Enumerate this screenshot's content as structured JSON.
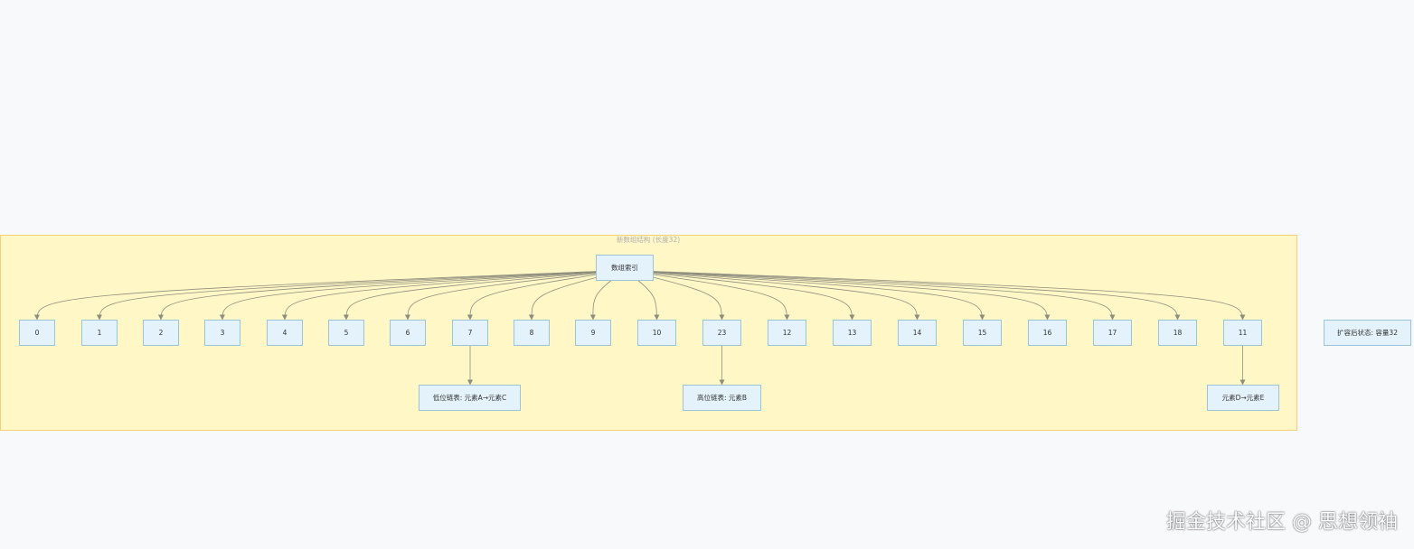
{
  "cluster": {
    "title": "新数组结构 (长度32)"
  },
  "root": {
    "label": "数组索引"
  },
  "indices": [
    "0",
    "1",
    "2",
    "3",
    "4",
    "5",
    "6",
    "7",
    "8",
    "9",
    "10",
    "23",
    "12",
    "13",
    "14",
    "15",
    "16",
    "17",
    "18",
    "11"
  ],
  "chains": [
    {
      "from": "7",
      "label": "低位链表: 元素A→元素C"
    },
    {
      "from": "23",
      "label": "高位链表: 元素B"
    },
    {
      "from": "11",
      "label": "元素D→元素E"
    }
  ],
  "status": {
    "label": "扩容后状态: 容量32"
  },
  "watermark": "掘金技术社区 @ 思想领袖",
  "colors": {
    "cluster_fill": "#fff7c6",
    "cluster_stroke": "#f3cf7a",
    "node_fill": "#e4f2fb",
    "node_stroke": "#9cc3da",
    "edge": "#8e8e7e"
  }
}
